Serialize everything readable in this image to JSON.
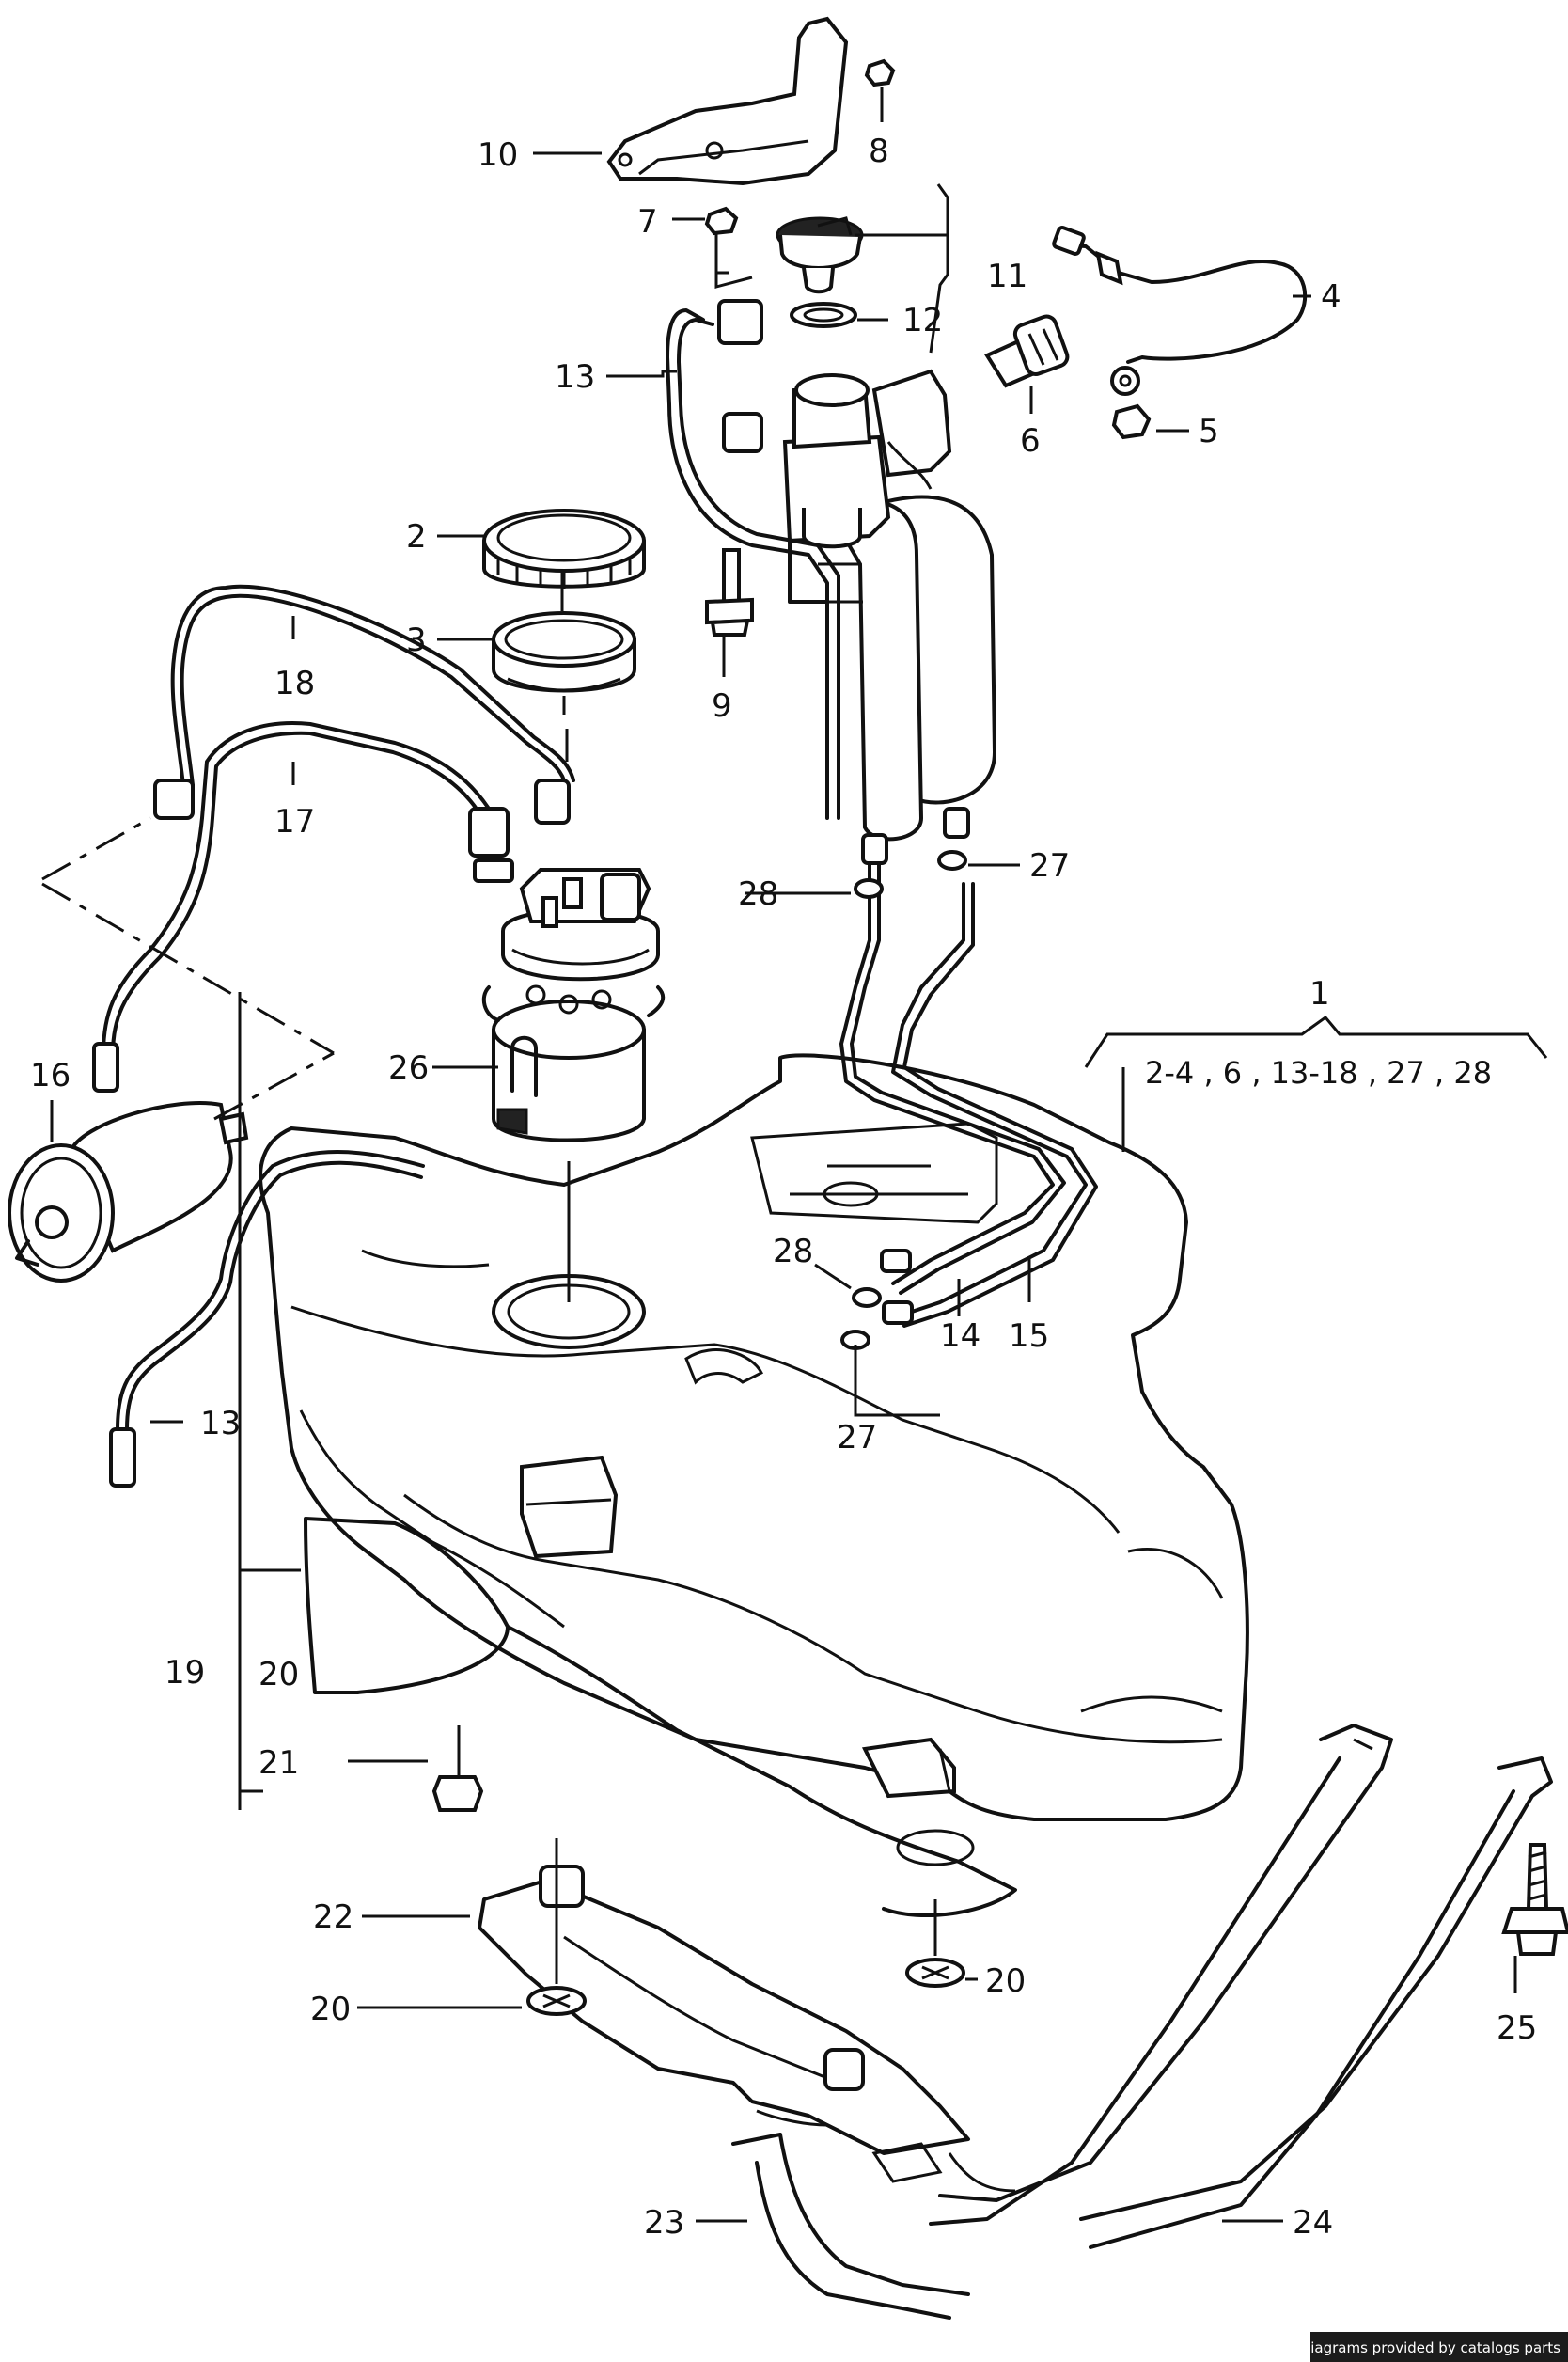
{
  "callouts": [
    {
      "id": "c1",
      "text": "1"
    },
    {
      "id": "c2",
      "text": "2"
    },
    {
      "id": "c3",
      "text": "3"
    },
    {
      "id": "c4",
      "text": "4"
    },
    {
      "id": "c5",
      "text": "5"
    },
    {
      "id": "c6",
      "text": "6"
    },
    {
      "id": "c7",
      "text": "7"
    },
    {
      "id": "c8",
      "text": "8"
    },
    {
      "id": "c9",
      "text": "9"
    },
    {
      "id": "c10",
      "text": "10"
    },
    {
      "id": "c11",
      "text": "11"
    },
    {
      "id": "c12",
      "text": "12"
    },
    {
      "id": "c13a",
      "text": "13"
    },
    {
      "id": "c13b",
      "text": "13"
    },
    {
      "id": "c14",
      "text": "14"
    },
    {
      "id": "c15",
      "text": "15"
    },
    {
      "id": "c16",
      "text": "16"
    },
    {
      "id": "c17",
      "text": "17"
    },
    {
      "id": "c18",
      "text": "18"
    },
    {
      "id": "c19",
      "text": "19"
    },
    {
      "id": "c20a",
      "text": "20"
    },
    {
      "id": "c20b",
      "text": "20"
    },
    {
      "id": "c20c",
      "text": "20"
    },
    {
      "id": "c21",
      "text": "21"
    },
    {
      "id": "c22",
      "text": "22"
    },
    {
      "id": "c23",
      "text": "23"
    },
    {
      "id": "c24",
      "text": "24"
    },
    {
      "id": "c25",
      "text": "25"
    },
    {
      "id": "c26",
      "text": "26"
    },
    {
      "id": "c27a",
      "text": "27"
    },
    {
      "id": "c27b",
      "text": "27"
    },
    {
      "id": "c28a",
      "text": "28"
    },
    {
      "id": "c28b",
      "text": "28"
    }
  ],
  "group_label": "2-4 , 6 , 13-18 , 27 , 28",
  "credit": "Diagrams provided by catalogs parts"
}
